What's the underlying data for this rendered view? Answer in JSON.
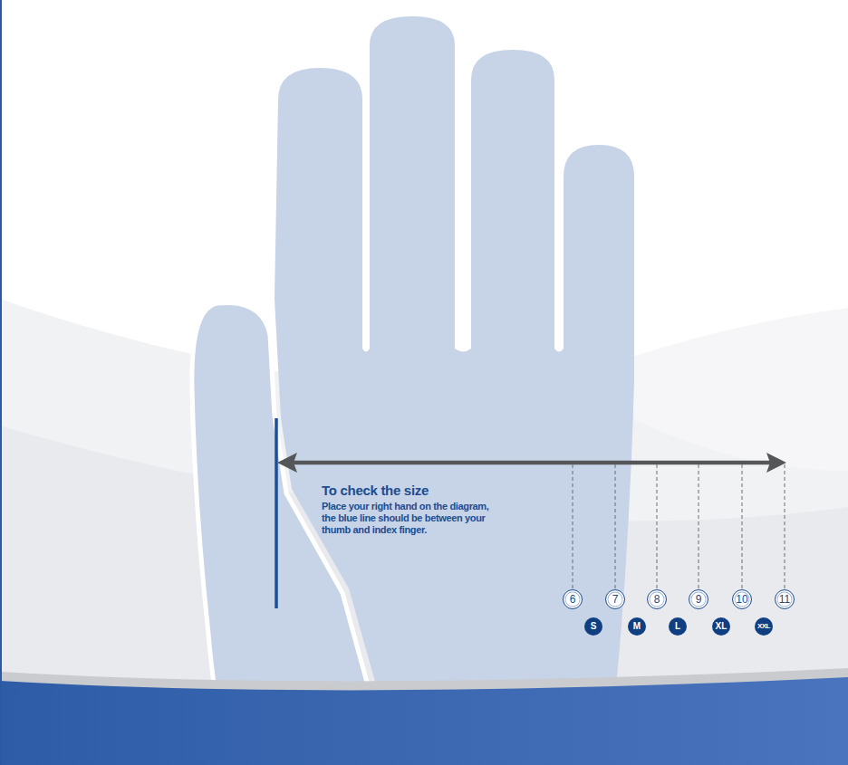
{
  "diagram": {
    "nodes": [
      {
        "text": [
          "6"
        ]
      },
      {
        "text": [
          "7"
        ]
      },
      {
        "text": [
          "8"
        ]
      },
      {
        "text": [
          "9"
        ]
      },
      {
        "text": [
          "10"
        ]
      },
      {
        "text": [
          "11"
        ]
      },
      {
        "text": [
          "S"
        ]
      },
      {
        "text": [
          "M"
        ]
      },
      {
        "text": [
          "L"
        ]
      },
      {
        "text": [
          "XL"
        ]
      },
      {
        "text": [
          "XXL"
        ]
      }
    ],
    "labels": [
      "To check the size",
      "Place your right hand on the diagram, the blue line should be between your thumb and index finger."
    ]
  }
}
